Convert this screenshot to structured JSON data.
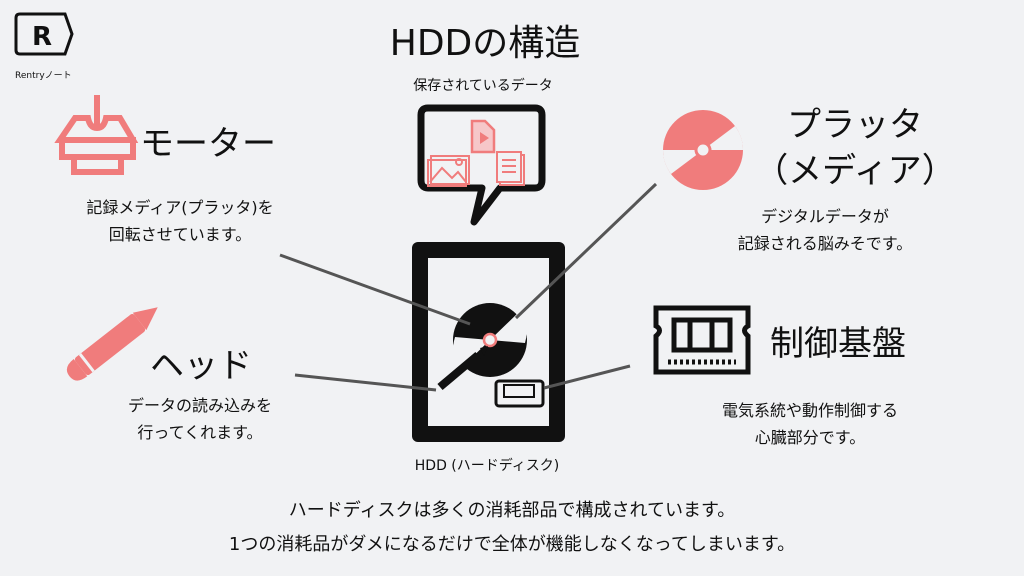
{
  "logo": {
    "letter": "R",
    "caption": "Rentryノート"
  },
  "title": "HDDの構造",
  "stored_data_label": "保存されているデータ",
  "hdd_label": "HDD (ハードディスク)",
  "accent_color": "#f07c7c",
  "parts": {
    "motor": {
      "name": "モーター",
      "desc": [
        "記録メディア(プラッタ)を",
        "回転させています。"
      ]
    },
    "head": {
      "name": "ヘッド",
      "desc": [
        "データの読み込みを",
        "行ってくれます。"
      ]
    },
    "platter": {
      "name": [
        "プラッタ",
        "（メディア）"
      ],
      "desc": [
        "デジタルデータが",
        "記録される脳みそです。"
      ]
    },
    "board": {
      "name": "制御基盤",
      "desc": [
        "電気系統や動作制御する",
        "心臓部分です。"
      ]
    }
  },
  "footer": [
    "ハードディスクは多くの消耗部品で構成されています。",
    "1つの消耗品がダメになるだけで全体が機能しなくなってしまいます。"
  ]
}
